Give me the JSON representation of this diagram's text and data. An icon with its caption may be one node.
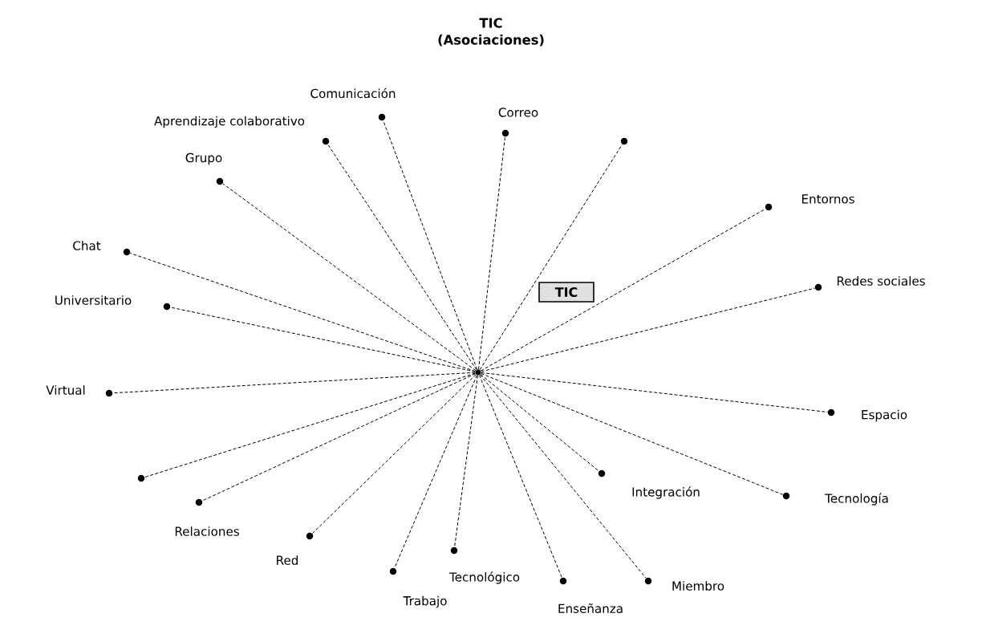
{
  "diagram": {
    "title": "TIC (Asociaciones)",
    "nodes": [
      {
        "text": [
          "TIC"
        ]
      },
      {
        "text": [],
        "shape": "circle"
      },
      {
        "text": [
          "Comunicación"
        ]
      },
      {
        "text": [
          "Aprendizaje colaborativo"
        ]
      },
      {
        "text": [
          "Correo"
        ]
      },
      {
        "text": [],
        "shape": "circle"
      },
      {
        "text": [
          "Grupo"
        ]
      },
      {
        "text": [
          "Entornos"
        ]
      },
      {
        "text": [
          "Chat"
        ]
      },
      {
        "text": [
          "Redes sociales"
        ]
      },
      {
        "text": [
          "Universitario"
        ]
      },
      {
        "text": [
          "Virtual"
        ]
      },
      {
        "text": [
          "Espacio"
        ]
      },
      {
        "text": [],
        "shape": "circle"
      },
      {
        "text": [
          "Integración"
        ]
      },
      {
        "text": [
          "Tecnología"
        ]
      },
      {
        "text": [
          "Relaciones"
        ]
      },
      {
        "text": [
          "Red"
        ]
      },
      {
        "text": [
          "Tecnológico"
        ]
      },
      {
        "text": [
          "Trabajo"
        ]
      },
      {
        "text": [
          "Enseñanza"
        ]
      },
      {
        "text": [
          "Miembro"
        ]
      }
    ],
    "edges": [
      {
        "from": 1,
        "to": 2,
        "arrow": "none",
        "style": "dashed"
      },
      {
        "from": 1,
        "to": 3,
        "arrow": "none",
        "style": "dashed"
      },
      {
        "from": 1,
        "to": 4,
        "arrow": "none",
        "style": "dashed"
      },
      {
        "from": 1,
        "to": 5,
        "arrow": "none",
        "style": "dashed"
      },
      {
        "from": 1,
        "to": 6,
        "arrow": "none",
        "style": "dashed"
      },
      {
        "from": 1,
        "to": 7,
        "arrow": "none",
        "style": "dashed"
      },
      {
        "from": 1,
        "to": 8,
        "arrow": "none",
        "style": "dashed"
      },
      {
        "from": 1,
        "to": 9,
        "arrow": "none",
        "style": "dashed"
      },
      {
        "from": 1,
        "to": 10,
        "arrow": "none",
        "style": "dashed"
      },
      {
        "from": 1,
        "to": 11,
        "arrow": "none",
        "style": "dashed"
      },
      {
        "from": 1,
        "to": 12,
        "arrow": "none",
        "style": "dashed"
      },
      {
        "from": 1,
        "to": 13,
        "arrow": "none",
        "style": "dashed"
      },
      {
        "from": 1,
        "to": 14,
        "arrow": "none",
        "style": "dashed"
      },
      {
        "from": 1,
        "to": 15,
        "arrow": "none",
        "style": "dashed"
      },
      {
        "from": 1,
        "to": 16,
        "arrow": "none",
        "style": "dashed"
      },
      {
        "from": 1,
        "to": 17,
        "arrow": "none",
        "style": "dashed"
      },
      {
        "from": 1,
        "to": 18,
        "arrow": "none",
        "style": "dashed"
      },
      {
        "from": 1,
        "to": 19,
        "arrow": "none",
        "style": "dashed"
      },
      {
        "from": 1,
        "to": 20,
        "arrow": "none",
        "style": "dashed"
      },
      {
        "from": 1,
        "to": 21,
        "arrow": "none",
        "style": "dashed"
      }
    ]
  }
}
